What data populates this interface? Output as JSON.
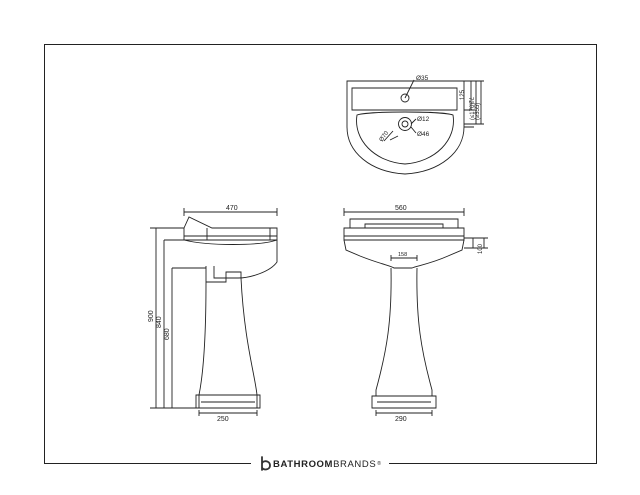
{
  "dimensions": {
    "top_hole_diameter": "Ø35",
    "top_back_depth": "72",
    "top_tap_offset": "125",
    "top_bowl_depth_bracket": "(≤170)",
    "top_overall_depth_bracket": "(≥355)",
    "top_waste_diameter": "Ø12",
    "top_bowl_outlet": "Ø46",
    "top_overflow": "Ø70",
    "side_basin_width": "470",
    "side_total_height": "900",
    "side_rim_height": "840",
    "side_pedestal_height": "680",
    "side_base_width": "250",
    "front_basin_width": "560",
    "front_rim_thickness": "100",
    "front_pedestal_top": "158",
    "front_base_width": "290"
  },
  "brand": {
    "part1": "BATHROOM",
    "part2": "BRANDS",
    "mark": "®"
  },
  "colors": {
    "line": "#222222",
    "background": "#ffffff"
  }
}
